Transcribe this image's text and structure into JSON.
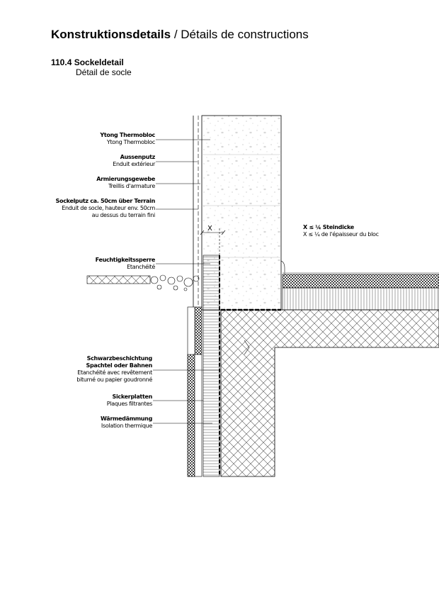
{
  "header": {
    "title_bold": "Konstruktionsdetails",
    "title_rest": " / Détails de constructions",
    "section_number_title": "110.4 Sockeldetail",
    "section_subtitle": "Détail de socle"
  },
  "labels": [
    {
      "de": "Ytong Thermobloc",
      "fr": "Ytong Thermobloc"
    },
    {
      "de": "Aussenputz",
      "fr": "Enduit extérieur"
    },
    {
      "de": "Armierungsgewebe",
      "fr": "Treillis d'armature"
    },
    {
      "de": "Sockelputz ca. 50cm über Terrain",
      "fr": "Enduit de socle, hauteur env. 50cm",
      "fr2": "au dessus du terrain fini"
    },
    {
      "de": "Feuchtigkeitssperre",
      "fr": "Etanchéité"
    },
    {
      "de": "Schwarzbeschichtung",
      "de2": "Spachtel oder Bahnen",
      "fr": "Etanchéité avec revêtement",
      "fr2": "bitumé ou papier goudronné"
    },
    {
      "de": "Sickerplatten",
      "fr": "Plaques filtrantes"
    },
    {
      "de": "Wärmedämmung",
      "fr": "Isolation thermique"
    }
  ],
  "note": {
    "de": "X ≤ ¼ Steindicke",
    "fr": "X ≤ ¼ de l'épaisseur du bloc"
  },
  "dimension_label": "X"
}
